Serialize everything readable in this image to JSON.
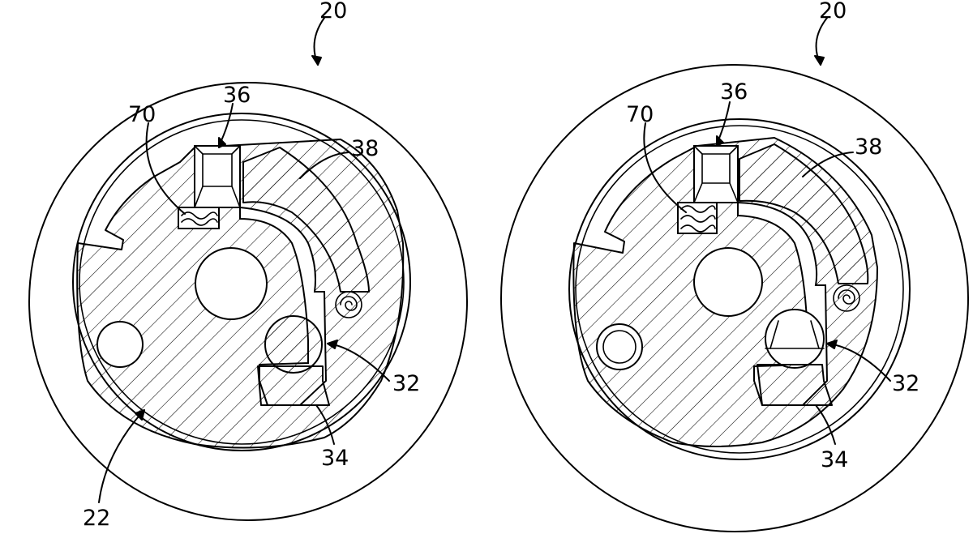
{
  "figures": [
    {
      "id": "left",
      "labels": {
        "outer": "20",
        "spring": "70",
        "slot": "36",
        "lever": "38",
        "ball": "32",
        "seat": "34",
        "core": "22"
      }
    },
    {
      "id": "right",
      "labels": {
        "outer": "20",
        "spring": "70",
        "slot": "36",
        "lever": "38",
        "ball": "32",
        "seat": "34"
      }
    }
  ],
  "colors": {
    "line": "#000000",
    "background": "#ffffff"
  }
}
